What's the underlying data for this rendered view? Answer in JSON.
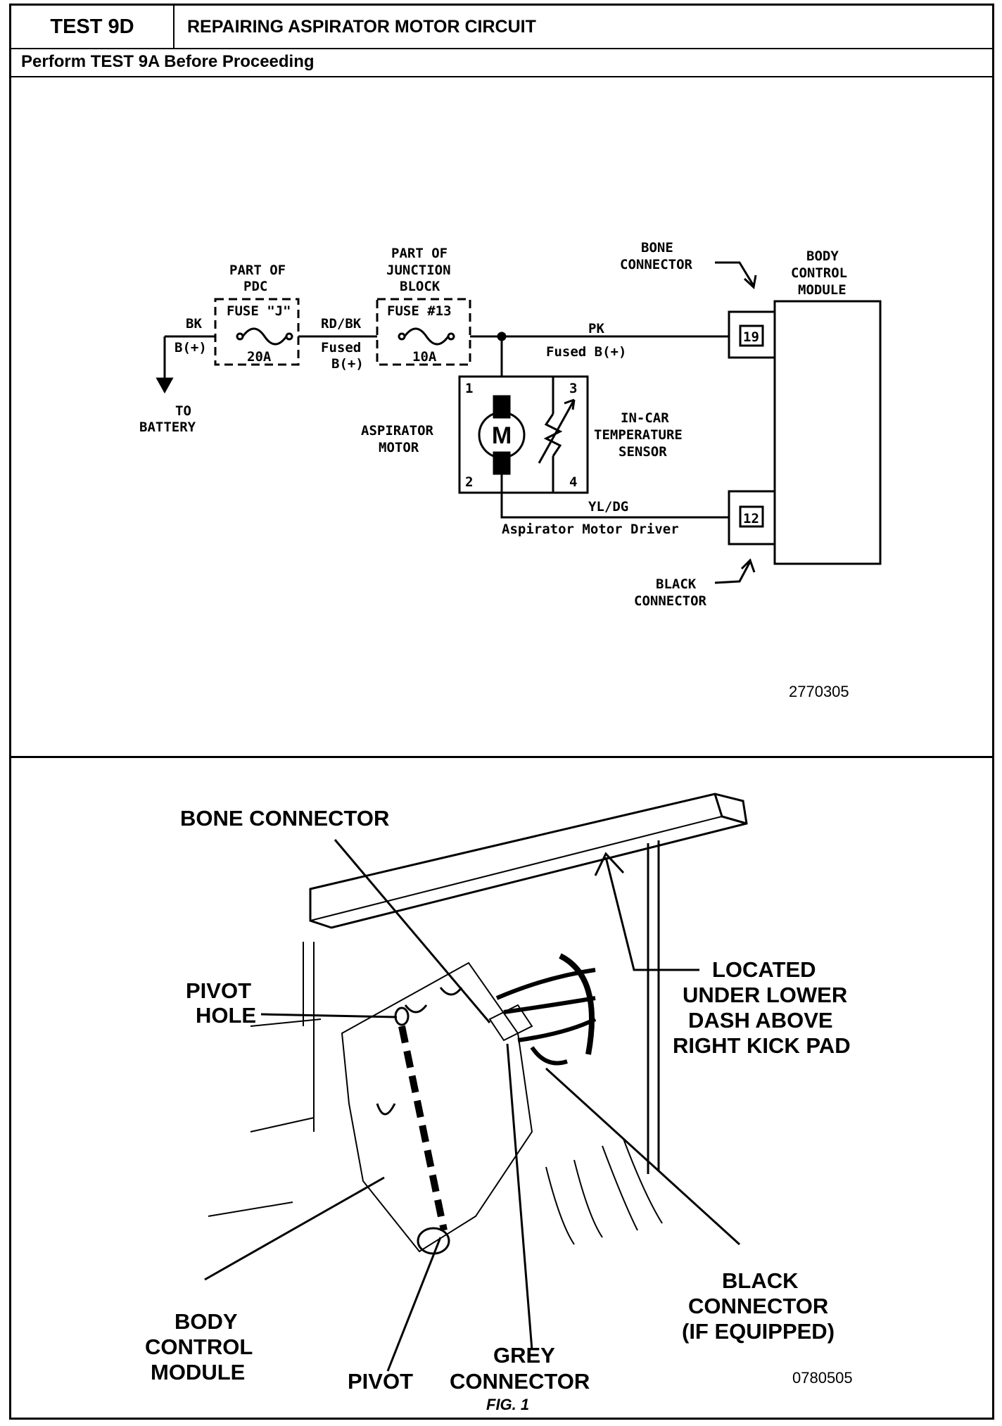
{
  "header": {
    "test_id": "TEST 9D",
    "title": "REPAIRING ASPIRATOR MOTOR CIRCUIT",
    "prerequisite": "Perform TEST 9A Before Proceeding"
  },
  "schematic": {
    "bk": "BK",
    "bplus": "B(+)",
    "to": "TO",
    "battery": "BATTERY",
    "pdc_part": "PART OF",
    "pdc_name": "PDC",
    "fuse_j": "FUSE \"J\"",
    "fuse_j_rating": "20A",
    "rd_bk": "RD/BK",
    "fused1": "Fused",
    "fused1b": "B(+)",
    "jb_part": "PART OF",
    "jb_name1": "JUNCTION",
    "jb_name2": "BLOCK",
    "fuse_13": "FUSE #13",
    "fuse_13_rating": "10A",
    "pk": "PK",
    "pk_circuit": "Fused B(+)",
    "bone_conn1": "BONE",
    "bone_conn2": "CONNECTOR",
    "bcm1": "BODY",
    "bcm2": "CONTROL",
    "bcm3": "MODULE",
    "pin19": "19",
    "pin12": "12",
    "asp1": "ASPIRATOR",
    "asp2": "MOTOR",
    "motor_letter": "M",
    "t1": "1",
    "t2": "2",
    "t3": "3",
    "t4": "4",
    "sensor1": "IN-CAR",
    "sensor2": "TEMPERATURE",
    "sensor3": "SENSOR",
    "yl_dg": "YL/DG",
    "driver": "Aspirator Motor Driver",
    "black_conn1": "BLACK",
    "black_conn2": "CONNECTOR",
    "fig_id": "2770305"
  },
  "figure": {
    "bone_connector": "BONE CONNECTOR",
    "pivot_hole1": "PIVOT",
    "pivot_hole2": "HOLE",
    "located1": "LOCATED",
    "located2": "UNDER LOWER",
    "located3": "DASH ABOVE",
    "located4": "RIGHT KICK PAD",
    "bcm1": "BODY",
    "bcm2": "CONTROL",
    "bcm3": "MODULE",
    "pivot": "PIVOT",
    "grey1": "GREY",
    "grey2": "CONNECTOR",
    "black1": "BLACK",
    "black2": "CONNECTOR",
    "black3": "(IF EQUIPPED)",
    "fig_id": "0780505",
    "caption": "FIG. 1"
  }
}
